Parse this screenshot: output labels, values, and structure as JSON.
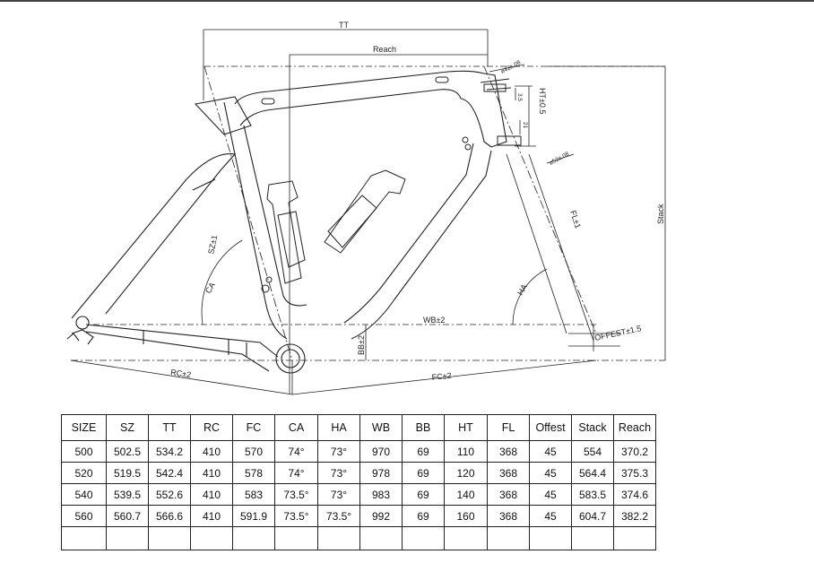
{
  "diagram": {
    "labels": {
      "tt": "TT",
      "reach": "Reach",
      "stack": "Stack",
      "ht": "HT±0.5",
      "fl": "FL±1",
      "sz": "SZ±1",
      "ca": "CA",
      "ha": "HA",
      "wb": "WB±2",
      "bb": "BB±2",
      "rc": "RC±2",
      "fc": "FC±2",
      "offset": "OFFEST±1.5",
      "d42": "ø42±.08",
      "d52": "ø52±.08",
      "d3": "3.5",
      "d21": "21"
    }
  },
  "table": {
    "headers": [
      "SIZE",
      "SZ",
      "TT",
      "RC",
      "FC",
      "CA",
      "HA",
      "WB",
      "BB",
      "HT",
      "FL",
      "Offest",
      "Stack",
      "Reach"
    ],
    "rows": [
      [
        "500",
        "502.5",
        "534.2",
        "410",
        "570",
        "74°",
        "73°",
        "970",
        "69",
        "110",
        "368",
        "45",
        "554",
        "370.2"
      ],
      [
        "520",
        "519.5",
        "542.4",
        "410",
        "578",
        "74°",
        "73°",
        "978",
        "69",
        "120",
        "368",
        "45",
        "564.4",
        "375.3"
      ],
      [
        "540",
        "539.5",
        "552.6",
        "410",
        "583",
        "73.5°",
        "73°",
        "983",
        "69",
        "140",
        "368",
        "45",
        "583.5",
        "374.6"
      ],
      [
        "560",
        "560.7",
        "566.6",
        "410",
        "591.9",
        "73.5°",
        "73.5°",
        "992",
        "69",
        "160",
        "368",
        "45",
        "604.7",
        "382.2"
      ]
    ]
  }
}
